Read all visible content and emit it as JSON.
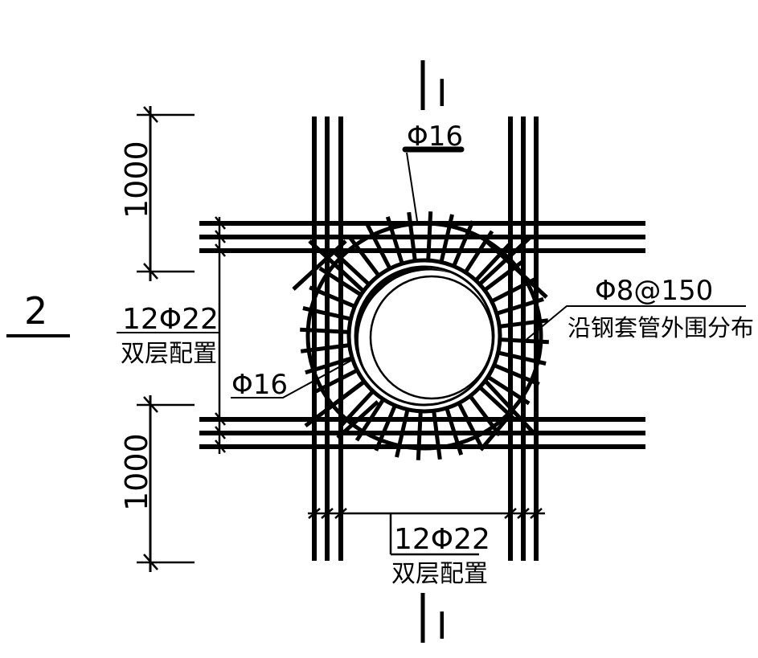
{
  "drawing": {
    "title": "Reinforcement detail around steel sleeve opening",
    "colors": {
      "line": "#000000",
      "background": "#ffffff"
    },
    "section_markers": {
      "top": {
        "label": "I"
      },
      "bottom": {
        "label": "I"
      }
    },
    "detail_number": {
      "label": "2"
    },
    "dimensions": {
      "upper_vertical": {
        "value": "1000"
      },
      "lower_vertical": {
        "value": "1000"
      }
    },
    "annotations": {
      "top_rebar": {
        "label": "Φ16"
      },
      "left_bars": {
        "line1": "12Φ22",
        "line2": "双层配置"
      },
      "left_ring": {
        "label": "Φ16"
      },
      "right_stirrups": {
        "line1": "Φ8@150",
        "line2": "沿钢套管外围分布"
      },
      "bottom_bars": {
        "line1": "12Φ22",
        "line2": "双层配置"
      }
    }
  }
}
